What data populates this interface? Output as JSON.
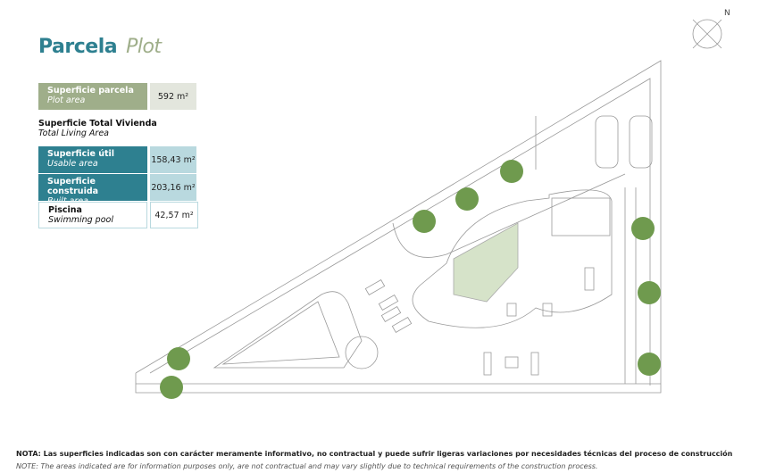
{
  "header": {
    "title_es": "Parcela",
    "title_en": "Plot"
  },
  "plot_area": {
    "label_es": "Superficie parcela",
    "label_en": "Plot area",
    "value": "592 m²"
  },
  "total": {
    "label_es": "Superficie Total Vivienda",
    "label_en": "Total Living Area"
  },
  "rows": [
    {
      "label_es": "Superficie útil",
      "label_en": "Usable area",
      "value": "158,43 m²"
    },
    {
      "label_es": "Superficie construida",
      "label_en": "Built area",
      "value": "203,16 m²"
    },
    {
      "label_es": "Piscina",
      "label_en": "Swimming pool",
      "value": "42,57 m²"
    }
  ],
  "compass": {
    "label": "N",
    "icon": "compass-north-icon"
  },
  "notes": {
    "es": "NOTA: Las superficies indicadas son con carácter meramente informativo, no contractual y puede sufrir ligeras variaciones por necesidades técnicas del proceso de construcción",
    "en": "NOTE: The areas indicated are for information purposes only, are not contractual and may vary slightly due to technical requirements of the construction process."
  },
  "colors": {
    "teal": "#2e8090",
    "sage": "#9fae8a",
    "light_teal": "#b9d9df",
    "light_sage": "#e3e6dd",
    "lawn": "#d6e3c9",
    "tree": "#6f9a4e"
  }
}
